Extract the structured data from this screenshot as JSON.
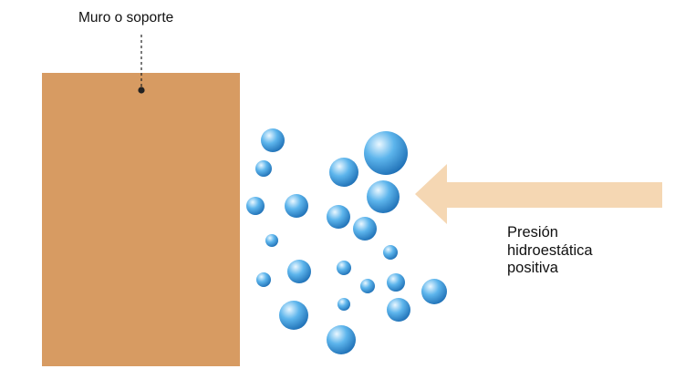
{
  "labels": {
    "wall": "Muro o soporte",
    "pressure_lines": [
      "Presión",
      "hidroestática",
      "positiva"
    ]
  },
  "colors": {
    "wall_fill": "#D79B62",
    "arrow_fill": "#F5D7B3",
    "bubble_light": "#EAF7FF",
    "bubble_mid": "#5DB5EC",
    "bubble_dark": "#1E6FB5",
    "leader_line": "#222222"
  },
  "icons": {
    "wall": "rectangle-block",
    "bubble": "water-bubble",
    "arrow": "left-arrow"
  }
}
